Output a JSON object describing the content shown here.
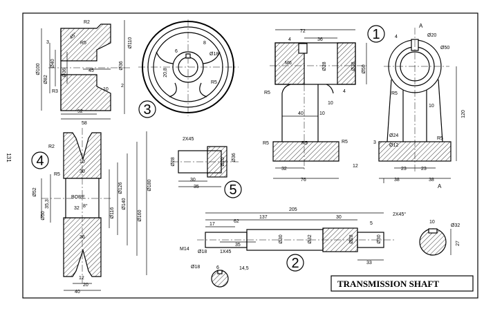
{
  "page_number": "131",
  "title": "TRANSMISSION SHAFT",
  "section_marker": "A",
  "section_marker_2": "A",
  "part_numbers": [
    "1",
    "2",
    "3",
    "4",
    "5"
  ],
  "part3": {
    "dims": [
      "R2",
      "3",
      "R5",
      "45°",
      "Ø100",
      "Ø82",
      "Ø40",
      "Ø36",
      "45",
      "Ø36",
      "R3",
      "10",
      "2",
      "52",
      "58",
      "Ø110",
      "6",
      "8",
      "Ø18",
      "R5",
      "20,8"
    ]
  },
  "part1_col": {
    "dims": [
      "72",
      "4",
      "36",
      "M6",
      "Ø28",
      "Ø38",
      "Ø50",
      "R5",
      "4",
      "10",
      "40",
      "10",
      "R5",
      "R5",
      "R5",
      "32",
      "76"
    ]
  },
  "part1_side": {
    "dims": [
      "4",
      "Ø20",
      "Ø50",
      "R5",
      "10",
      "120",
      "Ø24",
      "Ø12",
      "3",
      "R5",
      "12",
      "23",
      "23",
      "38",
      "38"
    ]
  },
  "part4": {
    "dims": [
      "R2",
      "10",
      "30",
      "R5",
      "Ø52",
      "35,3",
      "Ø50",
      "BORE",
      "32",
      "8°",
      "Ø116",
      "Ø126",
      "Ø140",
      "Ø160",
      "Ø180",
      "36",
      "12",
      "20",
      "40"
    ]
  },
  "part5": {
    "dims": [
      "2X45",
      "Ø28",
      "Ø20",
      "Ø36",
      "30",
      "35"
    ]
  },
  "part2": {
    "dims": [
      "205",
      "137",
      "30",
      "5",
      "2X45°",
      "17",
      "62",
      "35",
      "M14",
      "Ø18",
      "1X45",
      "Ø30",
      "Ø32",
      "Ø28",
      "Ø30",
      "33",
      "Ø18",
      "6",
      "14,5",
      "10",
      "Ø32",
      "27"
    ]
  }
}
